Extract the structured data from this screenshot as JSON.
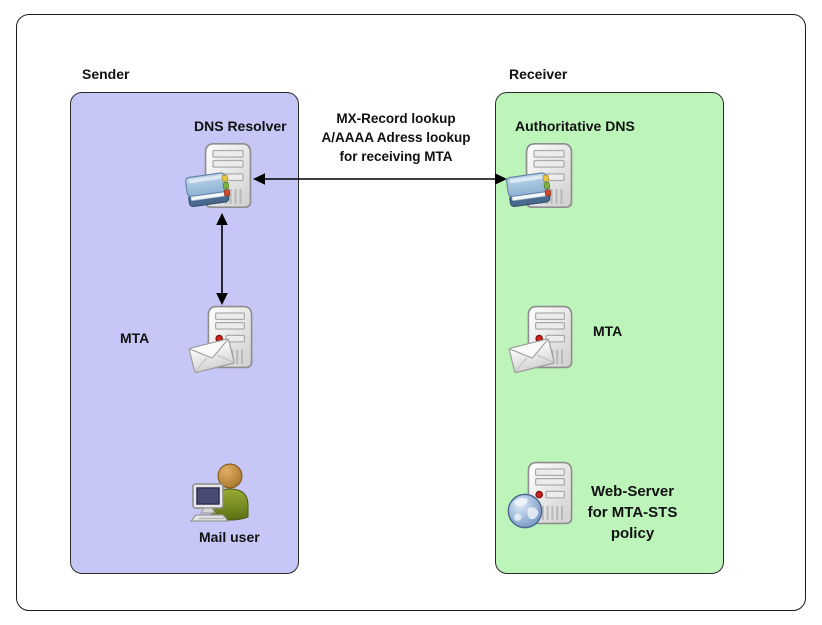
{
  "zones": {
    "sender": {
      "label": "Sender"
    },
    "receiver": {
      "label": "Receiver"
    }
  },
  "nodes": {
    "dns_resolver": {
      "label": "DNS Resolver",
      "icon": "server-with-book-icon"
    },
    "sender_mta": {
      "label": "MTA",
      "icon": "server-with-envelope-icon"
    },
    "mail_user": {
      "label": "Mail user",
      "icon": "person-with-computer-icon"
    },
    "authoritative_dns": {
      "label": "Authoritative DNS",
      "icon": "server-with-book-icon"
    },
    "receiver_mta": {
      "label": "MTA",
      "icon": "server-with-envelope-icon"
    },
    "web_server": {
      "label_lines": [
        "Web-Server",
        "for MTA-STS",
        "policy"
      ],
      "icon": "server-with-globe-icon"
    }
  },
  "annotations": {
    "dns_lookup": {
      "lines": [
        "MX-Record lookup",
        "A/AAAA Adress lookup",
        "for receiving MTA"
      ]
    }
  },
  "arrows": {
    "resolver_authoritative": "double-headed-horizontal",
    "resolver_mta": "double-headed-vertical"
  },
  "colors": {
    "background": "#ffffff",
    "frame_border": "#1b1b1b",
    "sender_zone_fill": "#c7c7f7",
    "receiver_zone_fill": "#bdf4ba",
    "zone_border": "#2b2b2b",
    "text": "#111111",
    "arrow": "#000000",
    "server_led": "#cf1f1f",
    "book_cover": "#a4c4e0",
    "person_body": "#7f9428",
    "person_head": "#c08a3e",
    "globe": "#6f93c2"
  }
}
